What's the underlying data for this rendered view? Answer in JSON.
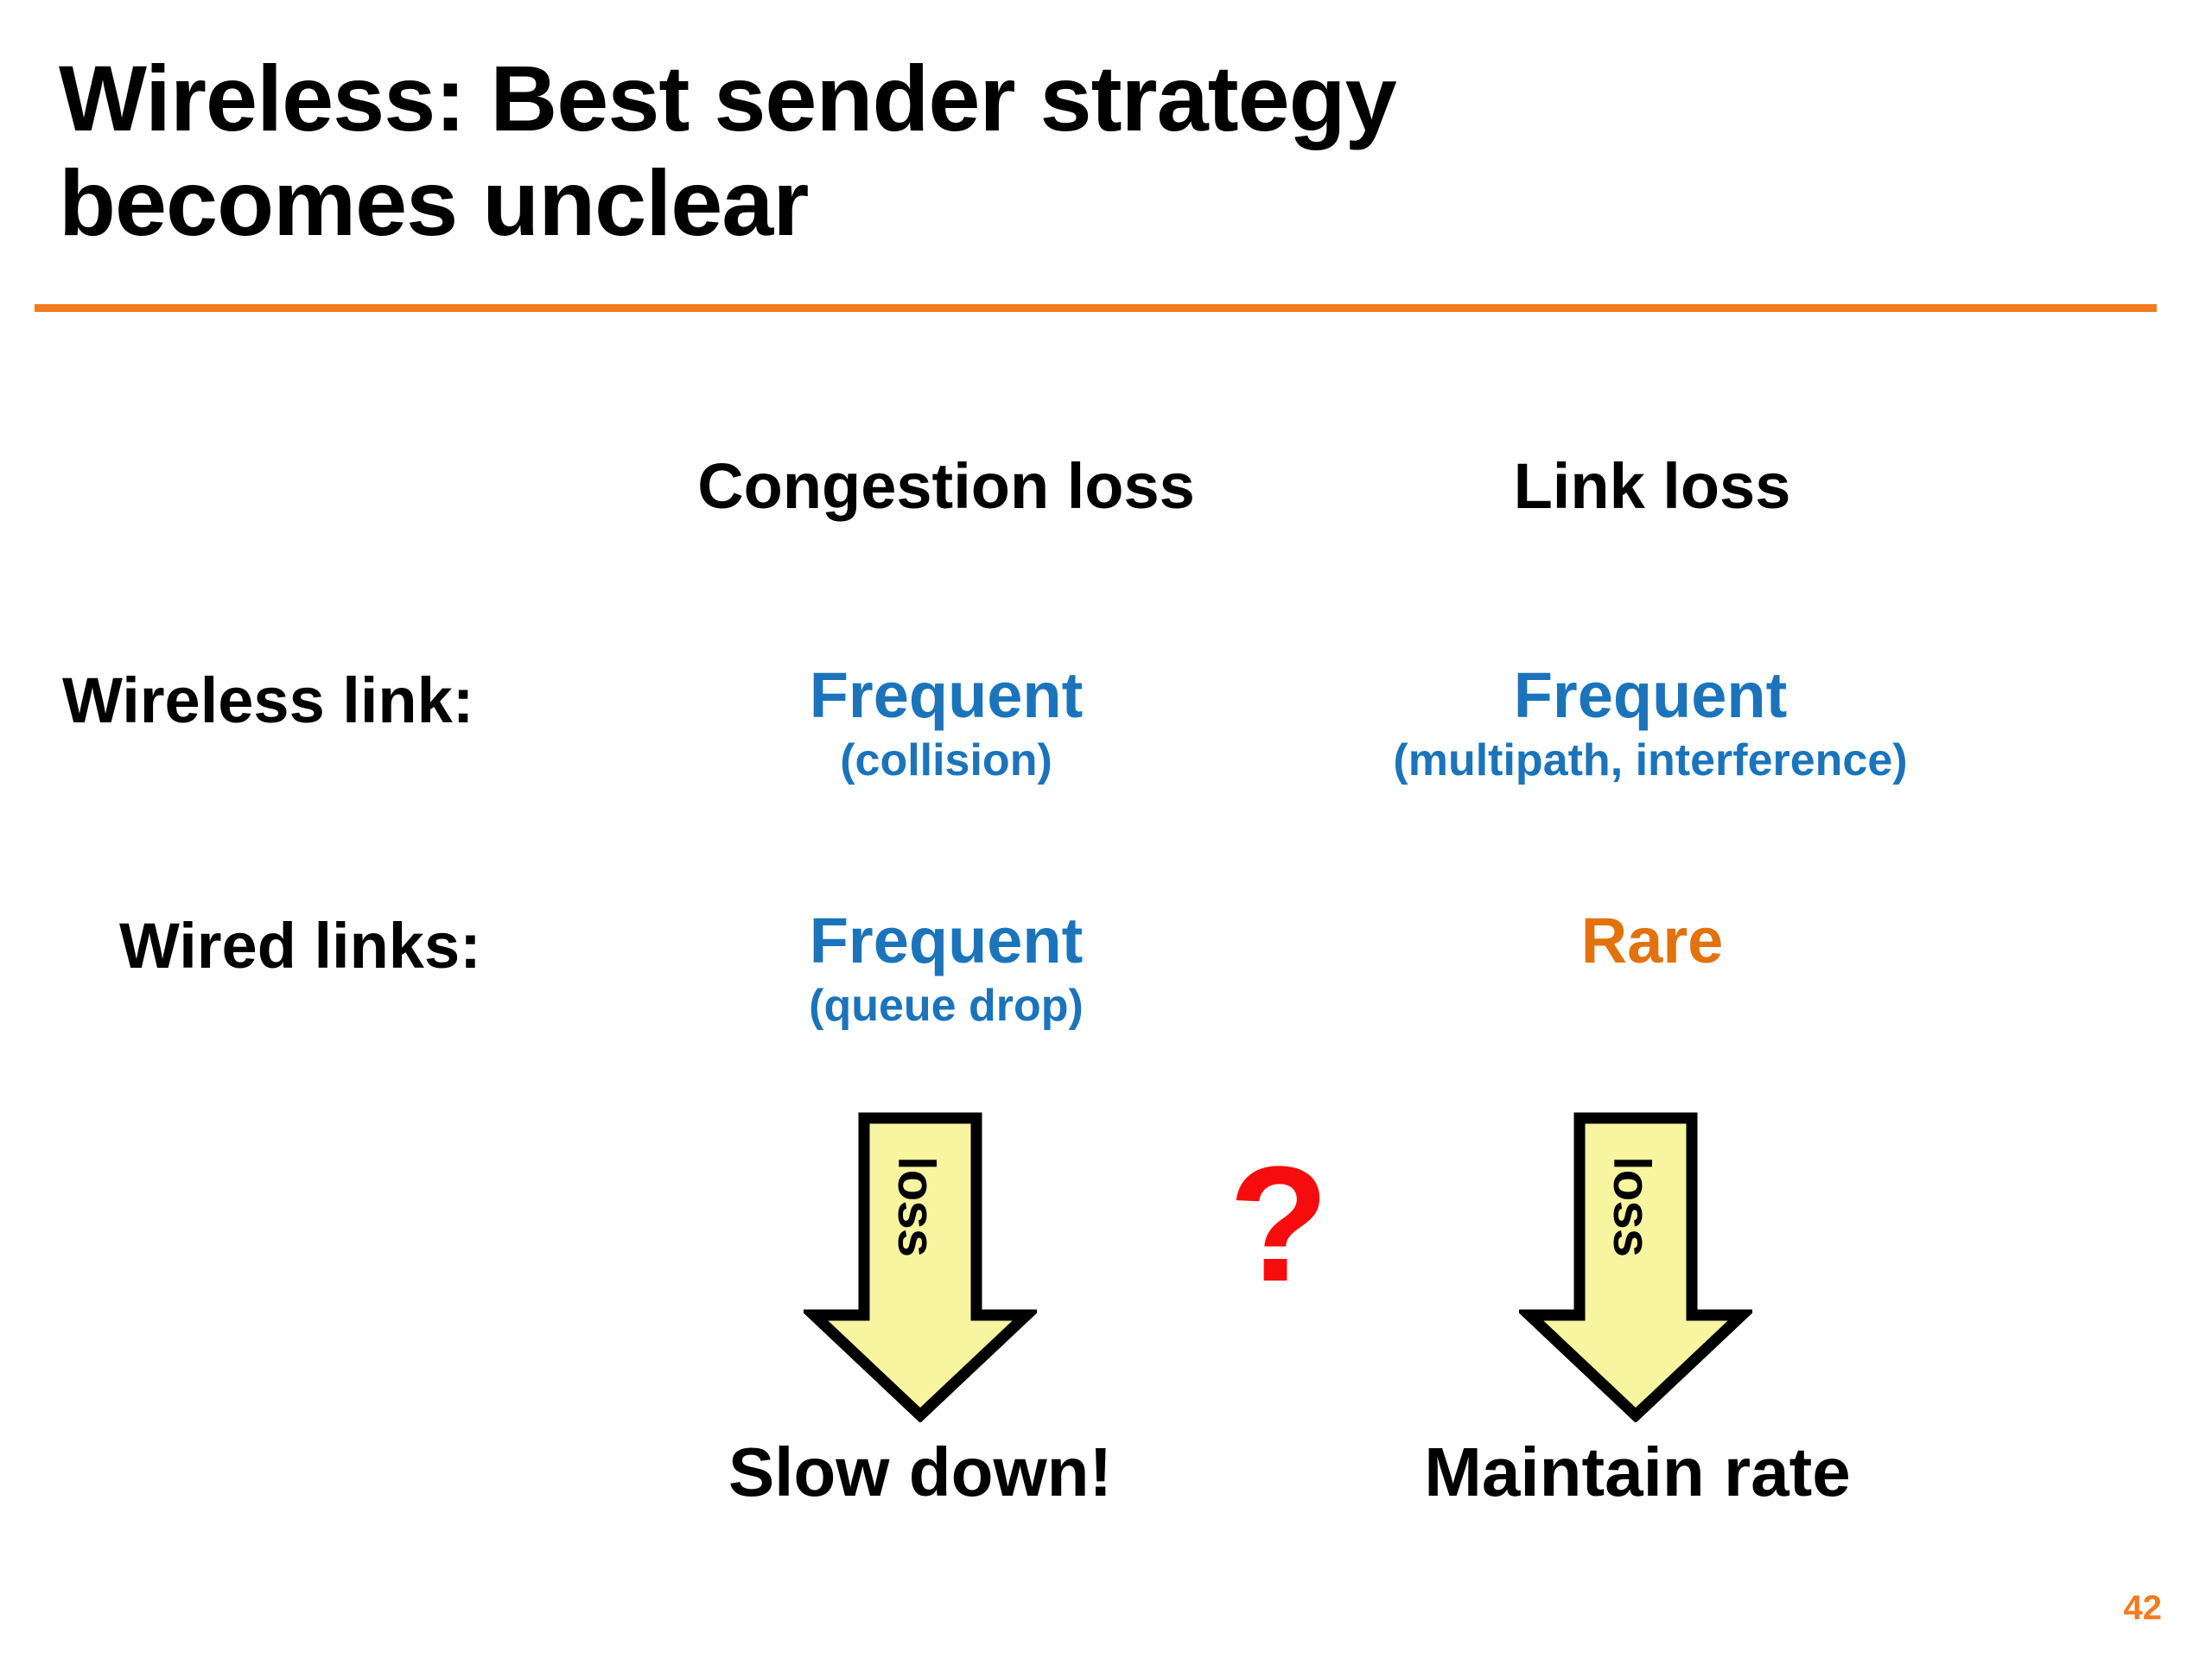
{
  "slide": {
    "title_lines": [
      "Wireless: Best sender strategy",
      "becomes unclear"
    ],
    "page_number": "42",
    "colors": {
      "accent_orange": "#F47B20",
      "value_blue": "#1B74BB",
      "value_orange": "#E2720E",
      "question_red": "#F60C0C",
      "arrow_fill": "#F7F5A0",
      "arrow_stroke": "#000000"
    }
  },
  "matrix": {
    "column_headers": [
      "Congestion loss",
      "Link loss"
    ],
    "row_labels": [
      "Wireless link:",
      "Wired links:"
    ],
    "cells": {
      "wireless_congestion": {
        "main": "Frequent",
        "sub": "(collision)",
        "color": "blue"
      },
      "wireless_link": {
        "main": "Frequent",
        "sub": "(multipath, interference)",
        "color": "blue"
      },
      "wired_congestion": {
        "main": "Frequent",
        "sub": "(queue drop)",
        "color": "blue"
      },
      "wired_link": {
        "main": "Rare",
        "sub": "",
        "color": "orange"
      }
    }
  },
  "arrows": {
    "left": {
      "label": "loss",
      "outcome": "Slow down!"
    },
    "right": {
      "label": "loss",
      "outcome": "Maintain rate"
    },
    "between": "?"
  }
}
